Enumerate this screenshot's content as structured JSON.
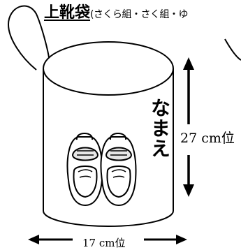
{
  "title": {
    "main": "上靴袋",
    "sub": "(さくら組・さく組・ゆ"
  },
  "bag": {
    "name_label": "なまえ",
    "height_label": "27 cm位",
    "width_label": "17 cm位"
  }
}
